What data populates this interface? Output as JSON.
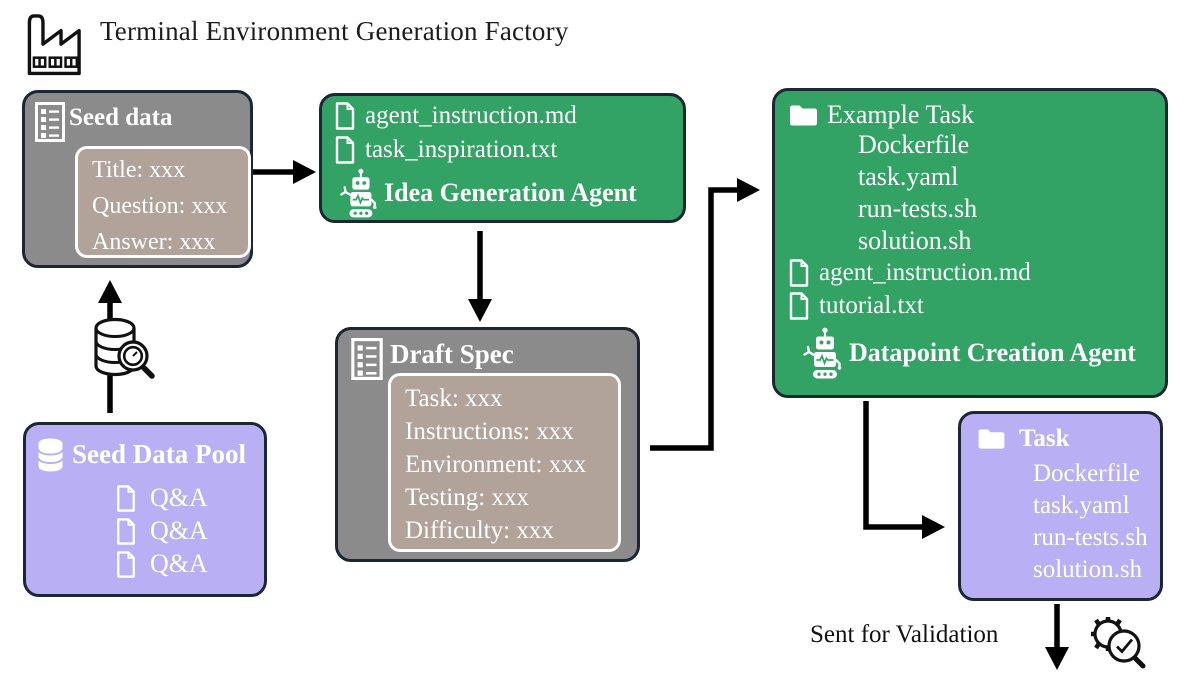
{
  "header": {
    "title": "Terminal Environment Generation Factory"
  },
  "seed_data_box": {
    "title": "Seed data",
    "fields": [
      "Title: xxx",
      "Question: xxx",
      "Answer: xxx"
    ]
  },
  "idea_agent_box": {
    "files": [
      "agent_instruction.md",
      "task_inspiration.txt"
    ],
    "agent_label": "Idea Generation Agent"
  },
  "draft_spec_box": {
    "title": "Draft Spec",
    "fields": [
      "Task: xxx",
      "Instructions: xxx",
      "Environment: xxx",
      "Testing: xxx",
      "Difficulty: xxx"
    ]
  },
  "example_task_box": {
    "folder_label": "Example Task",
    "folder_files": [
      "Dockerfile",
      "task.yaml",
      "run-tests.sh",
      "solution.sh"
    ],
    "files": [
      "agent_instruction.md",
      "tutorial.txt"
    ],
    "agent_label": "Datapoint Creation Agent"
  },
  "seed_pool_box": {
    "title": "Seed Data Pool",
    "items": [
      "Q&A",
      "Q&A",
      "Q&A"
    ]
  },
  "task_box": {
    "folder_label": "Task",
    "folder_files": [
      "Dockerfile",
      "task.yaml",
      "run-tests.sh",
      "solution.sh"
    ]
  },
  "validation": {
    "label": "Sent for Validation"
  },
  "colors": {
    "green": "#32a364",
    "gray": "#8b8b8b",
    "inner_tan": "#b1a29a",
    "purple": "#b8aff4",
    "border_dark": "#1b2734",
    "arrow_black": "#000000",
    "text_white": "#ffffff",
    "text_dark": "#1c1c1c"
  }
}
